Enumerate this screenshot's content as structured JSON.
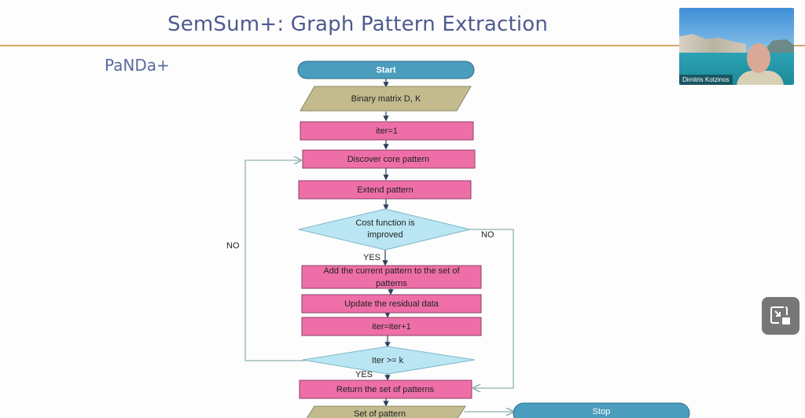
{
  "slide": {
    "title": "SemSum+: Graph Pattern Extraction",
    "subtitle": "PaNDa+"
  },
  "flowchart": {
    "nodes": {
      "start": "Start",
      "input": "Binary matrix D, K",
      "init": "iter=1",
      "discover": "Discover core pattern",
      "extend": "Extend pattern",
      "cost_decision": "Cost function is improved",
      "cost_decision_line1": "Cost function is",
      "cost_decision_line2": "improved",
      "add_line1": "Add the current pattern to the set of",
      "add_line2": "patterns",
      "update": "Update the residual data",
      "increment": "iter=iter+1",
      "iter_decision": "Iter >= k",
      "return": "Return the set of patterns",
      "output": "Set of pattern",
      "stop": "Stop"
    },
    "labels": {
      "no_left": "NO",
      "no_right": "NO",
      "yes_cost": "YES",
      "yes_iter": "YES"
    },
    "colors": {
      "terminal": "#4a9dbd",
      "io": "#c3bb8e",
      "process": "#ee6fa7",
      "decision": "#b9e6f2",
      "connector": "#8fb3b3",
      "arrow": "#2f3f5a"
    }
  },
  "video": {
    "participant_name": "Dimitris Kotzinos"
  },
  "controls": {
    "pip_icon": "picture-in-picture-exit-icon"
  }
}
